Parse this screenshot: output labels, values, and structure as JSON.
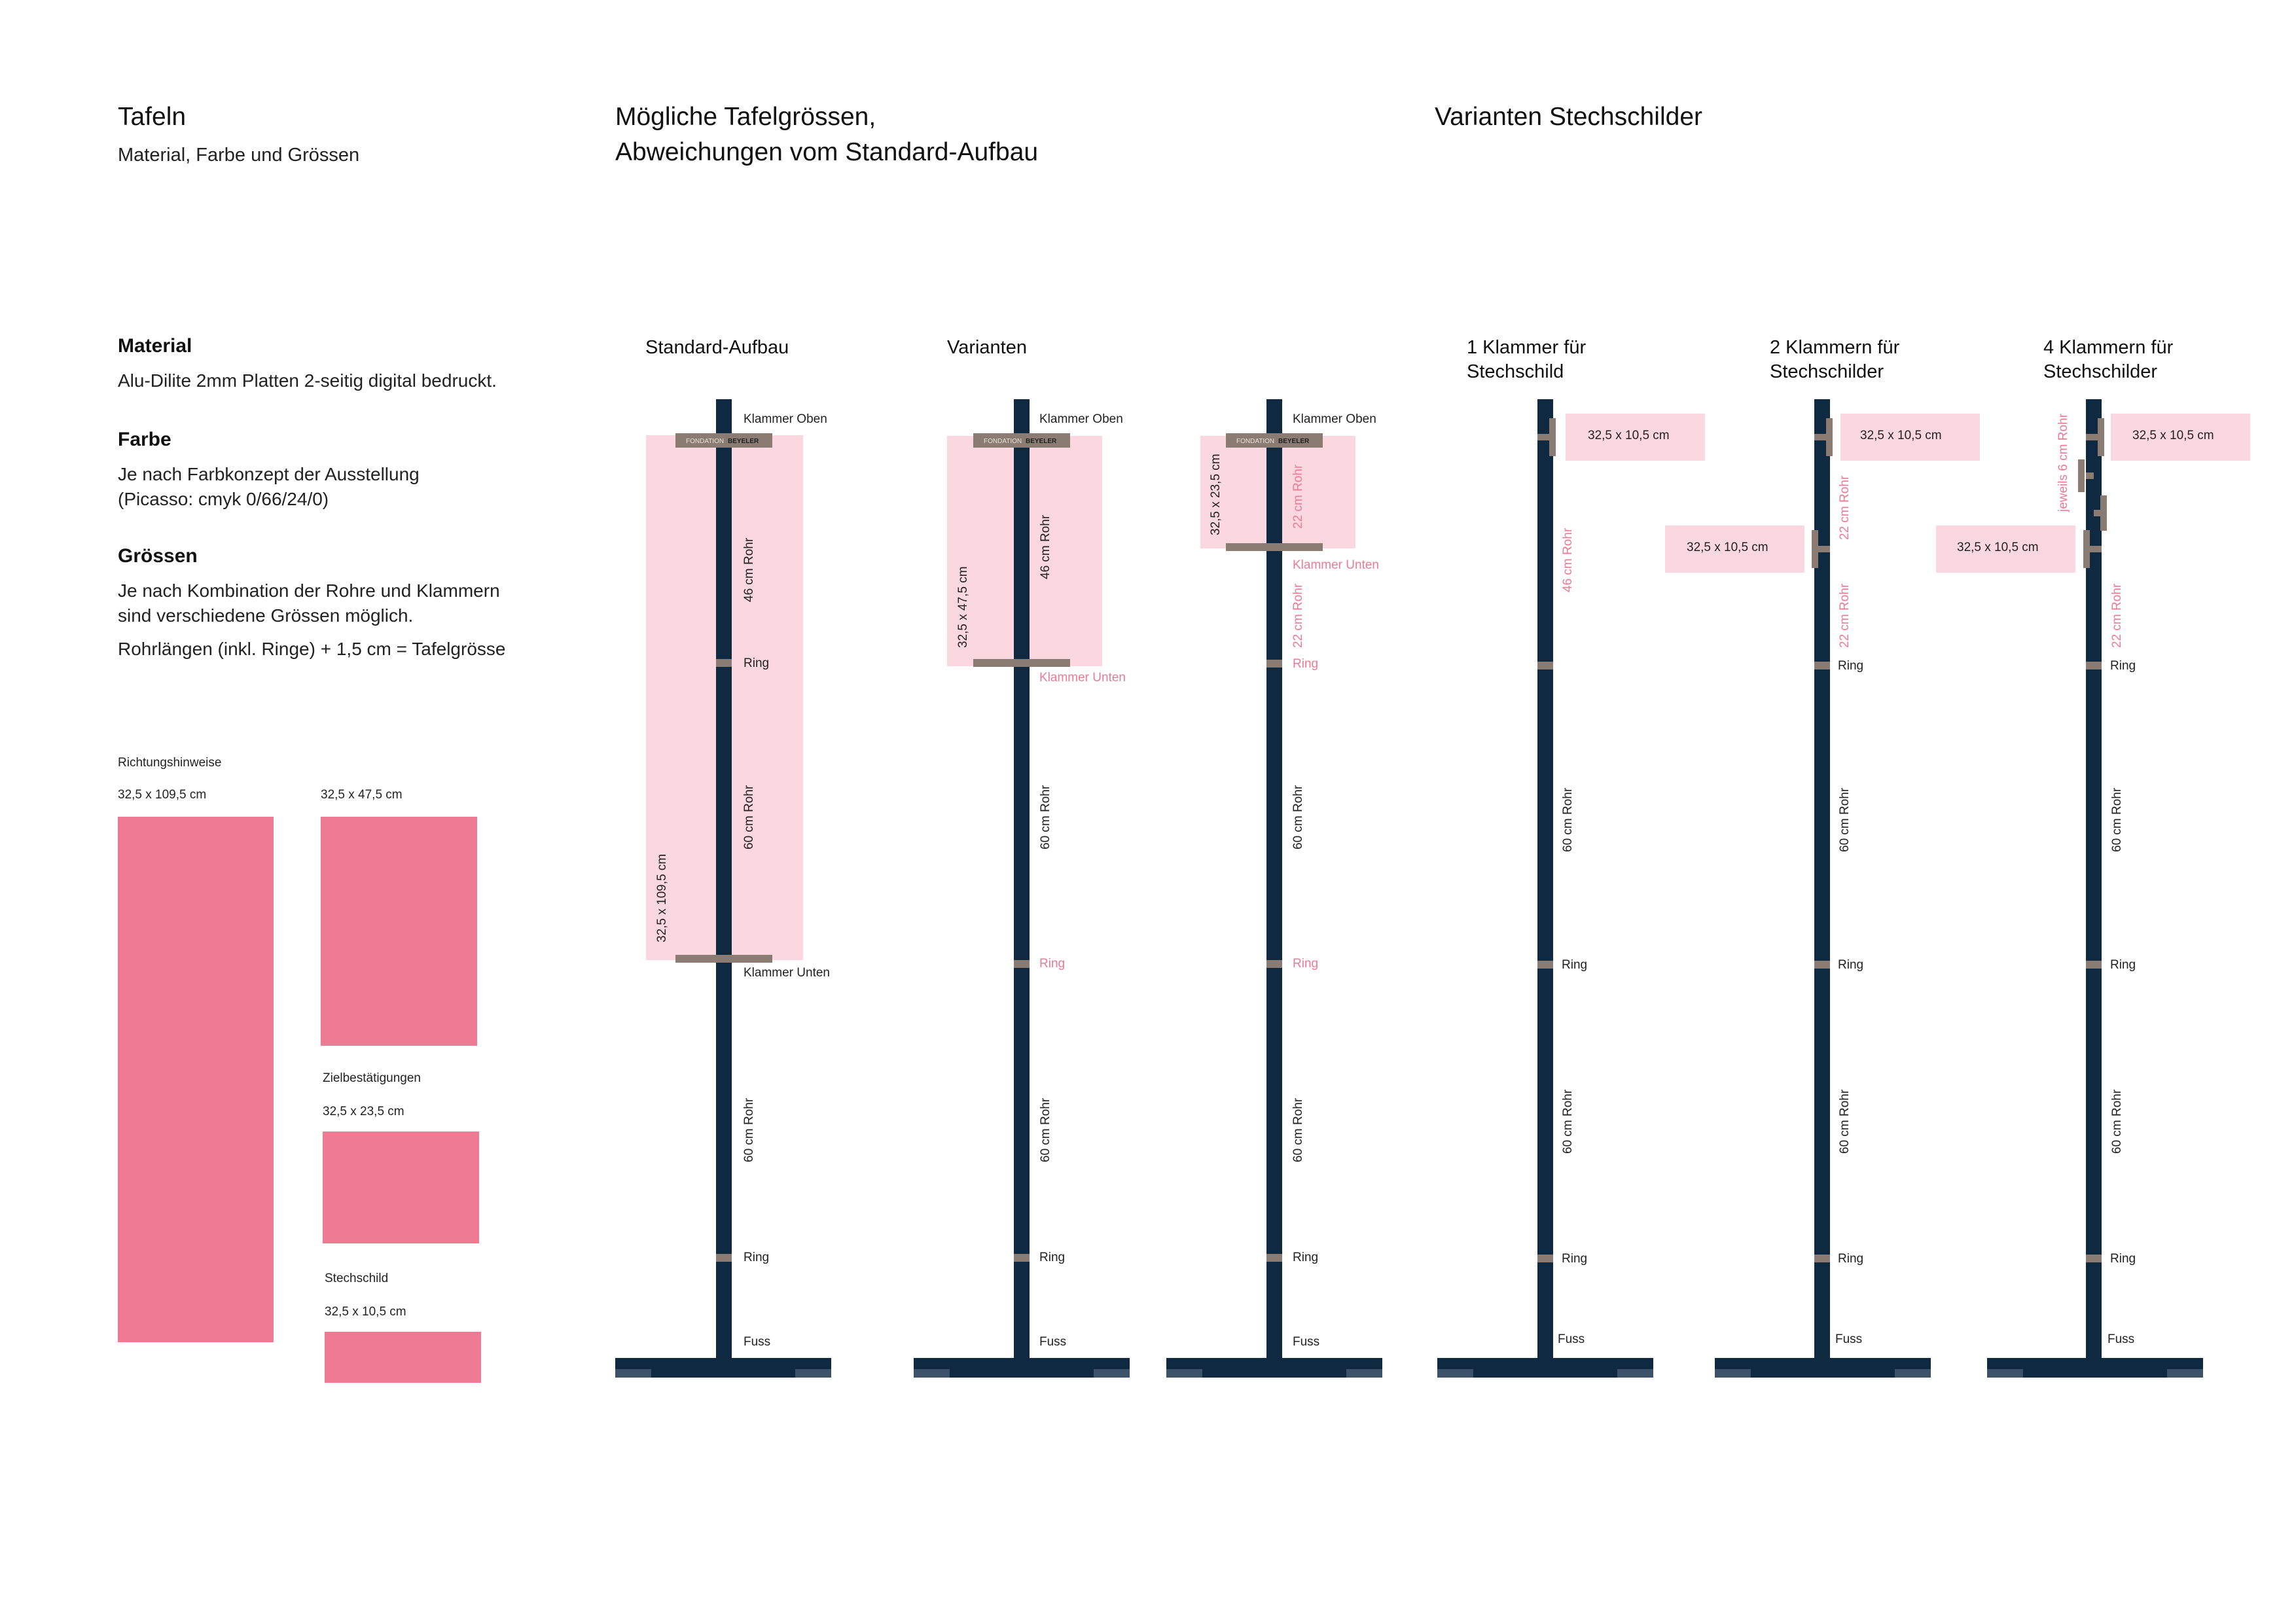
{
  "headers": {
    "tafeln": "Tafeln",
    "tafeln_sub": "Material,  Farbe und Grössen",
    "moegliche_l1": "Mögliche Tafelgrössen,",
    "moegliche_l2": "Abweichungen vom Standard-Aufbau",
    "varianten_stech": "Varianten Stechschilder"
  },
  "info": {
    "material_title": "Material",
    "material_text": "Alu-Dilite 2mm Platten 2-seitig digital bedruckt.",
    "farbe_title": "Farbe",
    "farbe_l1": "Je nach Farbkonzept der Ausstellung",
    "farbe_l2": "(Picasso: cmyk 0/66/24/0)",
    "groessen_title": "Grössen",
    "groessen_l1": "Je nach Kombination der Rohre und Klammern",
    "groessen_l2": "sind verschiedene Grössen möglich.",
    "groessen_l3": "Rohrlängen (inkl. Ringe) + 1,5 cm = Tafelgrösse"
  },
  "swatches": {
    "richtung_label": "Richtungshinweise",
    "richtung_size": "32,5 x 109,5 cm",
    "s475_size": "32,5 x 47,5 cm",
    "ziel_label": "Zielbestätigungen",
    "ziel_size": "32,5 x 23,5 cm",
    "stech_label": "Stechschild",
    "stech_size": "32,5 x 10,5 cm"
  },
  "columns": {
    "standard": "Standard-Aufbau",
    "varianten": "Varianten",
    "one_l1": "1 Klammer für",
    "one_l2": "Stechschild",
    "two_l1": "2 Klammern für",
    "two_l2": "Stechschilder",
    "four_l1": "4 Klammern für",
    "four_l2": "Stechschilder"
  },
  "labels": {
    "klammer_oben": "Klammer Oben",
    "klammer_unten": "Klammer Unten",
    "ring": "Ring",
    "fuss": "Fuss",
    "rohr_46": "46 cm Rohr",
    "rohr_60": "60 cm Rohr",
    "rohr_22": "22 cm Rohr",
    "panel_1095": "32,5 x 109,5 cm",
    "panel_475": "32,5 x 47,5 cm",
    "panel_235": "32,5 x 23,5 cm",
    "stech_size": "32,5 x 10,5 cm",
    "jeweils": "jeweils 6 cm Rohr",
    "logo_a": "FONDATION",
    "logo_b": "BEYELER"
  },
  "colors": {
    "navy": "#0f2a40",
    "navy_light": "#3b5269",
    "pink_strong": "#ee7a93",
    "pink_light": "#fbd8df",
    "clamp": "#8a7c72",
    "pink_text": "#ec7a93"
  }
}
